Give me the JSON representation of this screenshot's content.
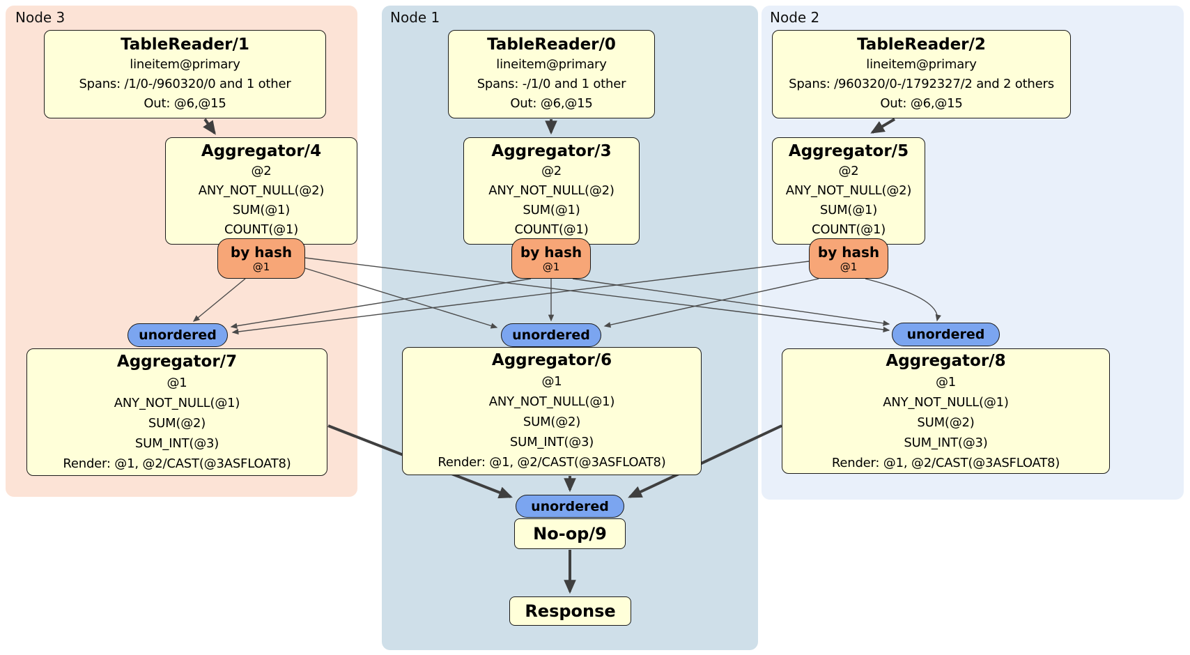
{
  "regions": [
    {
      "label": "Node 3"
    },
    {
      "label": "Node 1"
    },
    {
      "label": "Node 2"
    }
  ],
  "processors": {
    "tr1": {
      "title": "TableReader/1",
      "lines": [
        "lineitem@primary",
        "Spans: /1/0-/960320/0 and 1 other",
        "Out: @6,@15"
      ]
    },
    "tr0": {
      "title": "TableReader/0",
      "lines": [
        "lineitem@primary",
        "Spans: -/1/0 and 1 other",
        "Out: @6,@15"
      ]
    },
    "tr2": {
      "title": "TableReader/2",
      "lines": [
        "lineitem@primary",
        "Spans: /960320/0-/1792327/2 and 2 others",
        "Out: @6,@15"
      ]
    },
    "agg4": {
      "title": "Aggregator/4",
      "lines": [
        "@2",
        "ANY_NOT_NULL(@2)",
        "SUM(@1)",
        "COUNT(@1)"
      ]
    },
    "agg3": {
      "title": "Aggregator/3",
      "lines": [
        "@2",
        "ANY_NOT_NULL(@2)",
        "SUM(@1)",
        "COUNT(@1)"
      ]
    },
    "agg5": {
      "title": "Aggregator/5",
      "lines": [
        "@2",
        "ANY_NOT_NULL(@2)",
        "SUM(@1)",
        "COUNT(@1)"
      ]
    },
    "agg7": {
      "title": "Aggregator/7",
      "lines": [
        "@1",
        "ANY_NOT_NULL(@1)",
        "SUM(@2)",
        "SUM_INT(@3)",
        "Render: @1, @2/CAST(@3ASFLOAT8)"
      ]
    },
    "agg6": {
      "title": "Aggregator/6",
      "lines": [
        "@1",
        "ANY_NOT_NULL(@1)",
        "SUM(@2)",
        "SUM_INT(@3)",
        "Render: @1, @2/CAST(@3ASFLOAT8)"
      ]
    },
    "agg8": {
      "title": "Aggregator/8",
      "lines": [
        "@1",
        "ANY_NOT_NULL(@1)",
        "SUM(@2)",
        "SUM_INT(@3)",
        "Render: @1, @2/CAST(@3ASFLOAT8)"
      ]
    },
    "noop": {
      "title": "No-op/9"
    },
    "response": {
      "title": "Response"
    }
  },
  "routers": {
    "hash4": {
      "label": "by hash",
      "detail": "@1"
    },
    "hash3": {
      "label": "by hash",
      "detail": "@1"
    },
    "hash5": {
      "label": "by hash",
      "detail": "@1"
    }
  },
  "streams": {
    "sync7": "unordered",
    "sync6": "unordered",
    "sync8": "unordered",
    "sync9": "unordered"
  },
  "colors": {
    "node3_bg": "#fce3d6",
    "node1_bg": "#cfdfe9",
    "node2_bg": "#e9f0fa",
    "processor_fill": "#ffffd9",
    "router_fill": "#f7a677",
    "stream_fill": "#7ba5f0",
    "edge_thin": "#4a4a4a",
    "edge_thick": "#3f3f3f"
  }
}
